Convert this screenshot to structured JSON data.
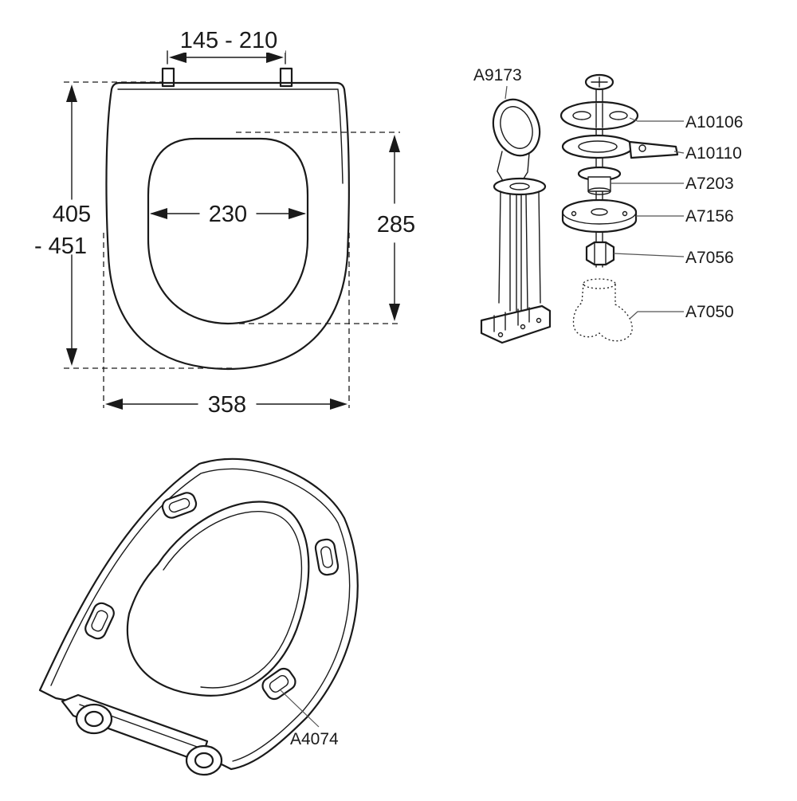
{
  "dimensions": {
    "hinge_spacing": "145 - 210",
    "length_top": "405",
    "length_bottom": "- 451",
    "opening_width": "230",
    "opening_length": "285",
    "overall_width": "358"
  },
  "parts": [
    {
      "id": "A9173",
      "label": "A9173"
    },
    {
      "id": "A10106",
      "label": "A10106"
    },
    {
      "id": "A10110",
      "label": "A10110"
    },
    {
      "id": "A7203",
      "label": "A7203"
    },
    {
      "id": "A7156",
      "label": "A7156"
    },
    {
      "id": "A7056",
      "label": "A7056"
    },
    {
      "id": "A7050",
      "label": "A7050"
    },
    {
      "id": "A4074",
      "label": "A4074"
    }
  ]
}
